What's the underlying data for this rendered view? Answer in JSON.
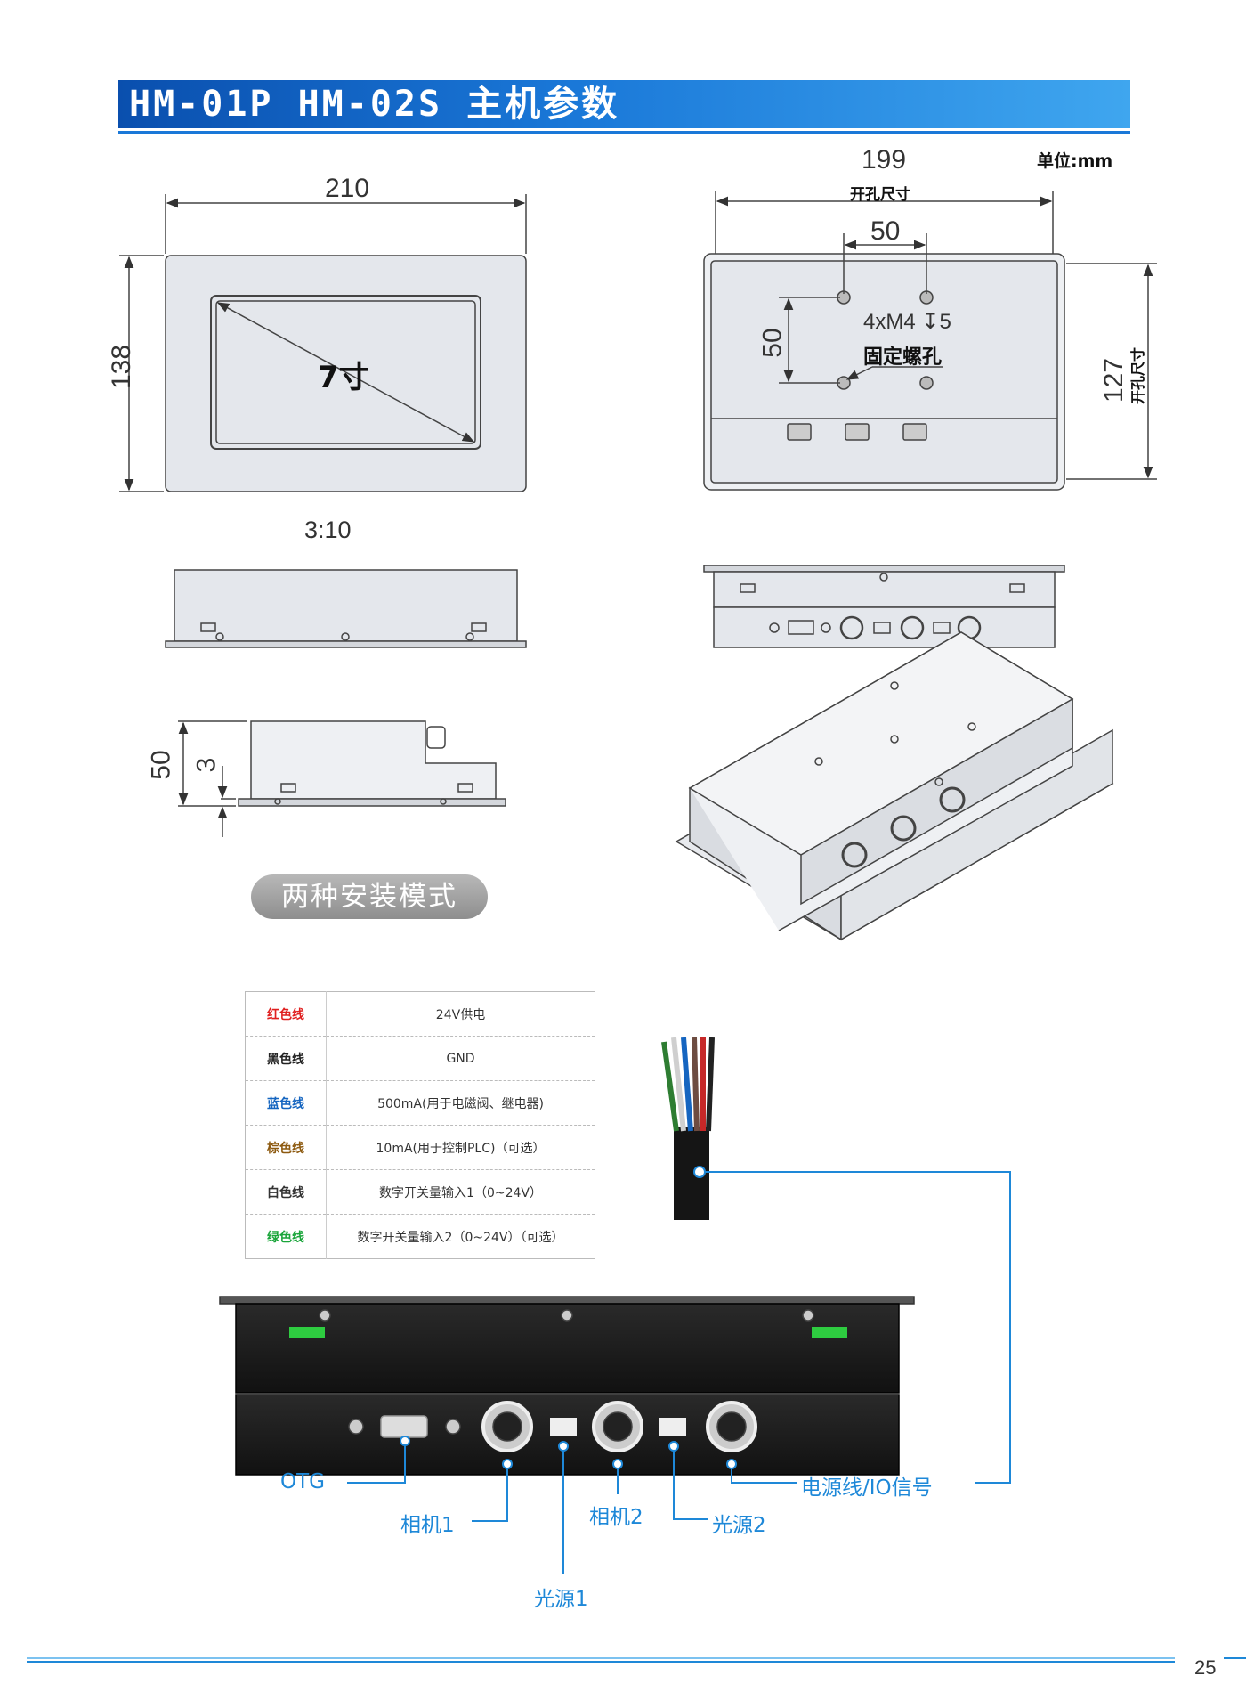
{
  "header": {
    "title": "HM-01P HM-02S 主机参数"
  },
  "front_view": {
    "width_dim": "210",
    "height_dim": "138",
    "screen_label": "7寸",
    "scale": "3:10"
  },
  "back_view": {
    "width_dim": "199",
    "width_caption": "开孔尺寸",
    "unit": "单位:mm",
    "hole_spacing_h": "50",
    "hole_spacing_v": "50",
    "height_dim": "127",
    "height_caption": "开孔尺寸",
    "screw_spec": "4xM4 ↧5",
    "screw_caption": "固定螺孔"
  },
  "side_view": {
    "depth_dim": "50",
    "flange_dim": "3"
  },
  "mounting_pill": "两种安装模式",
  "wire_table": [
    {
      "color_name": "红色线",
      "color": "#e02020",
      "desc": "24V供电"
    },
    {
      "color_name": "黑色线",
      "color": "#222222",
      "desc": "GND"
    },
    {
      "color_name": "蓝色线",
      "color": "#1565c0",
      "desc": "500mA(用于电磁阀、继电器)"
    },
    {
      "color_name": "棕色线",
      "color": "#8d5a10",
      "desc": "10mA(用于控制PLC)（可选）"
    },
    {
      "color_name": "白色线",
      "color": "#333333",
      "desc": "数字开关量输入1（0~24V）"
    },
    {
      "color_name": "绿色线",
      "color": "#1aa53a",
      "desc": "数字开关量输入2（0~24V）（可选）"
    }
  ],
  "ports": {
    "otg": "OTG",
    "camera1": "相机1",
    "camera2": "相机2",
    "light1": "光源1",
    "light2": "光源2",
    "power_io": "电源线/IO信号"
  },
  "accent_color": "#1e88d8",
  "page_number": "25"
}
